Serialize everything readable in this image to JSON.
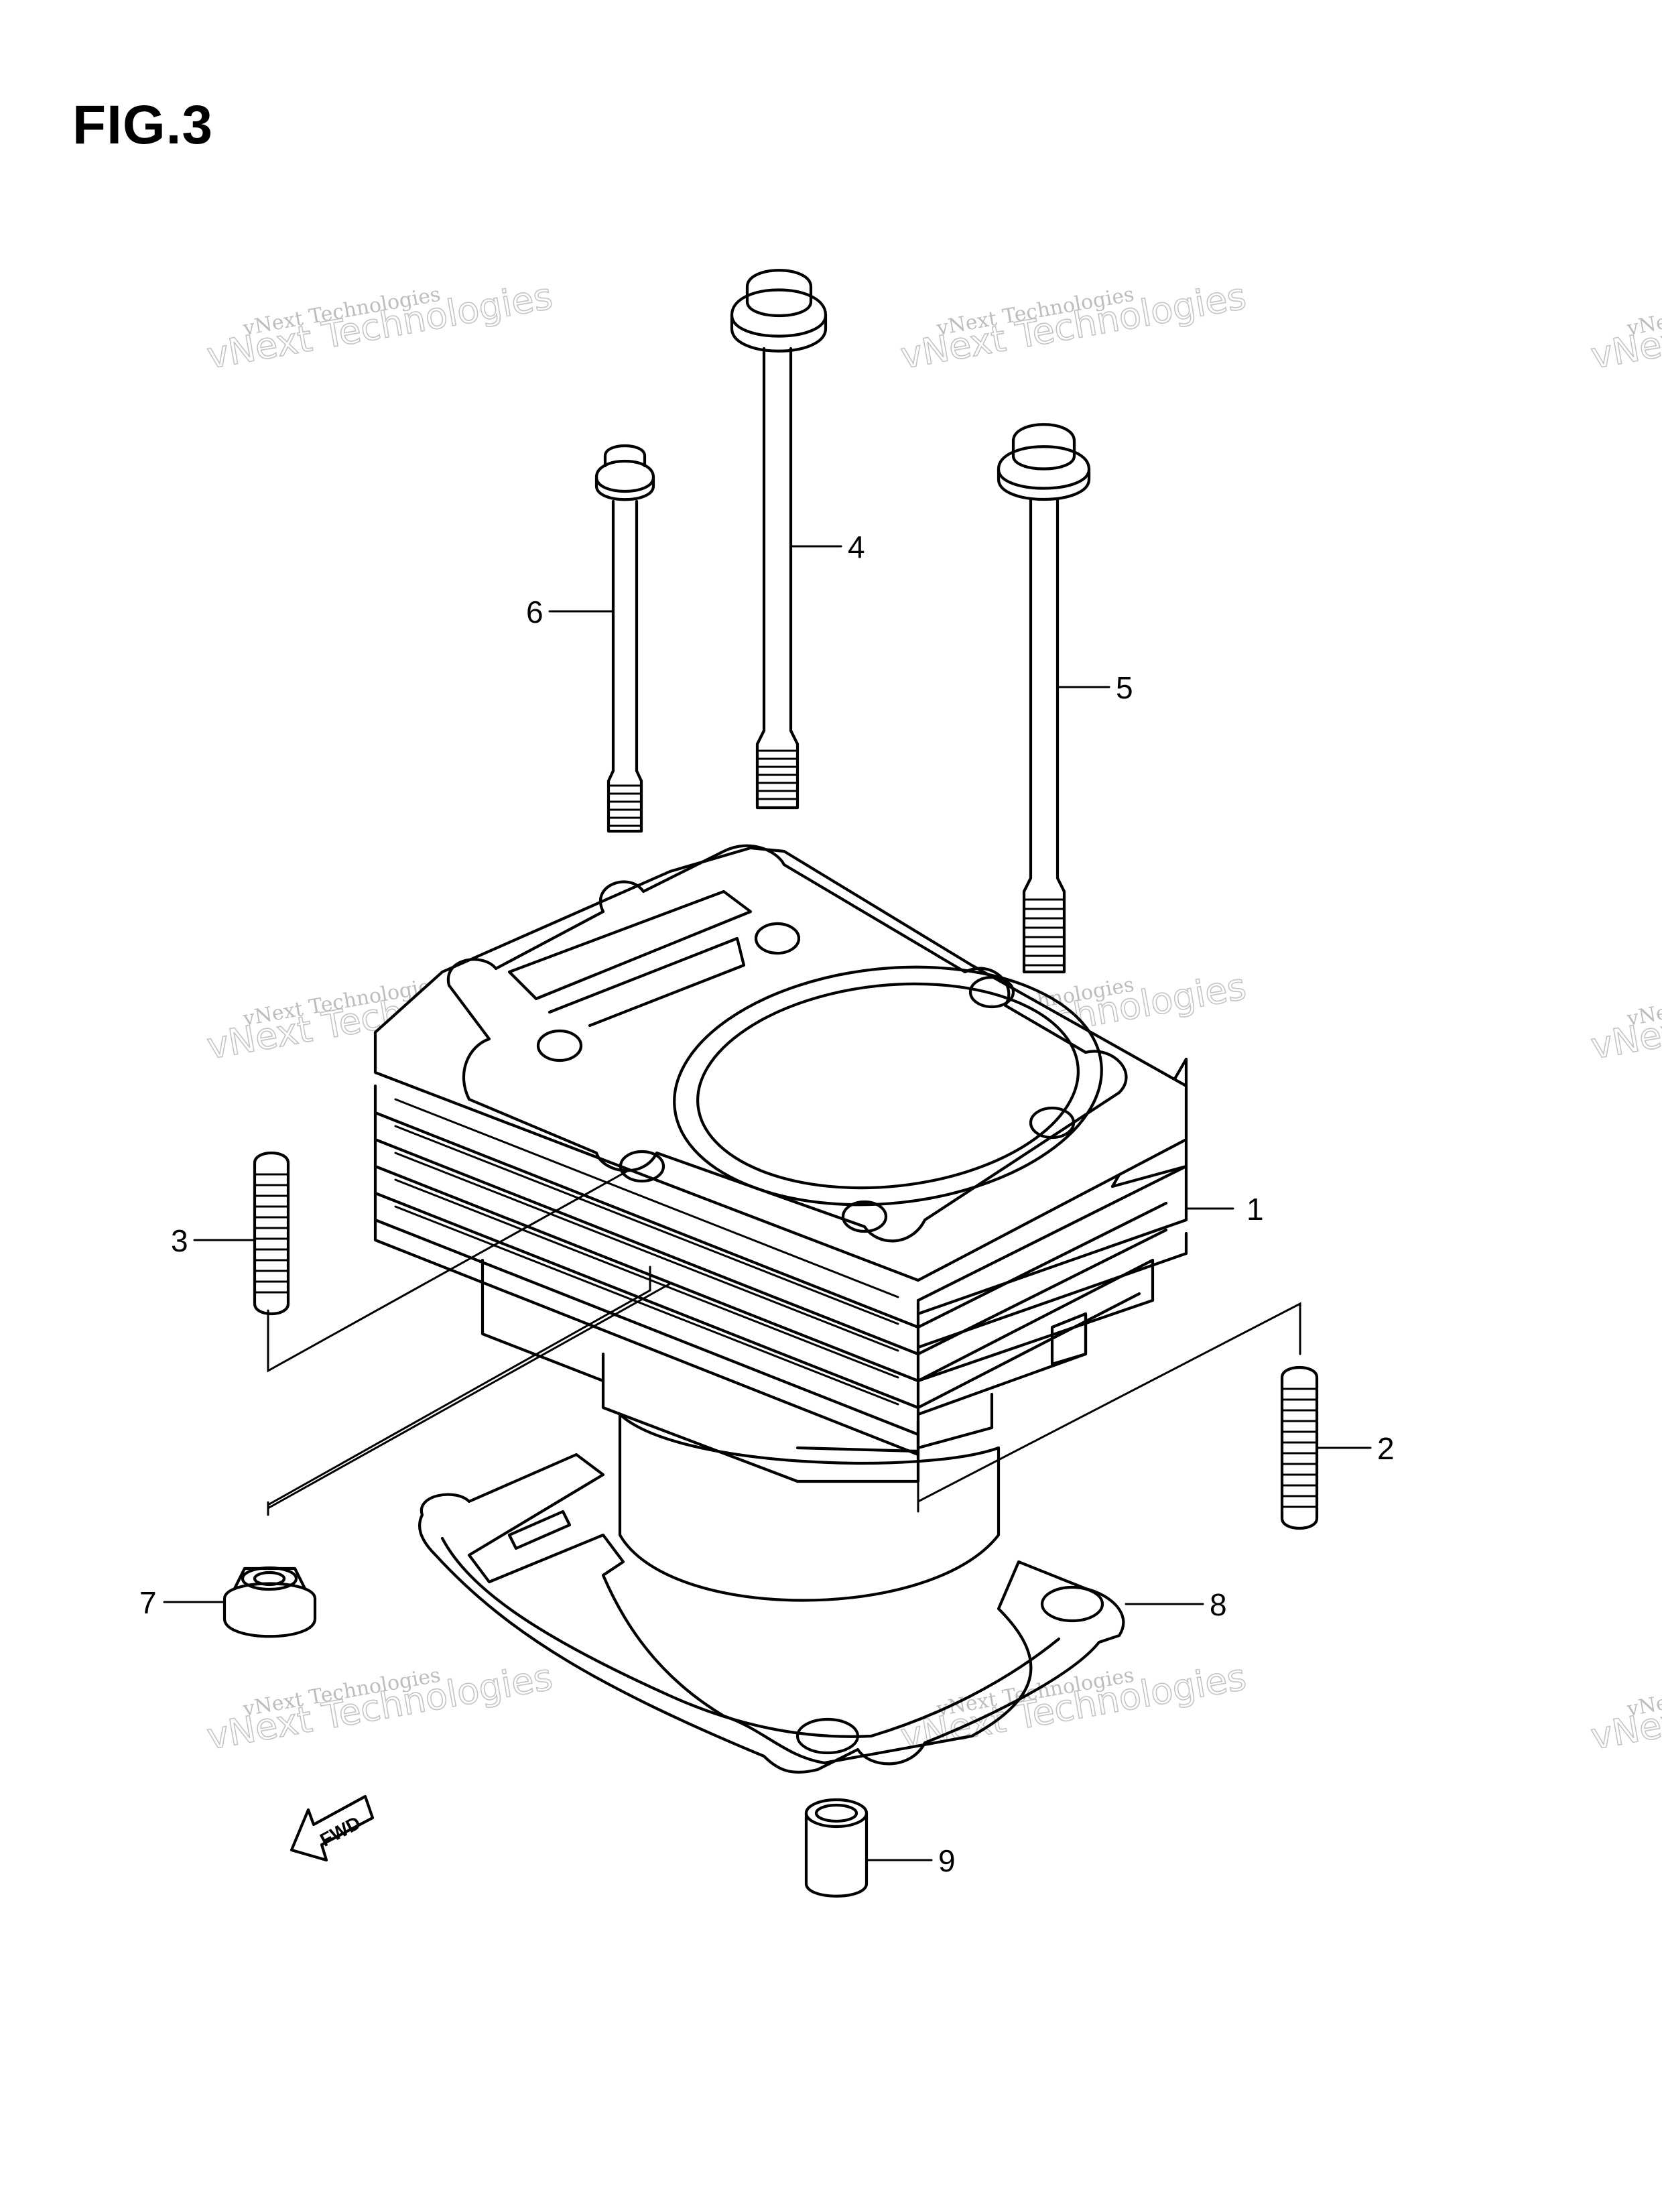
{
  "figure": {
    "title": "FIG.3"
  },
  "callouts": [
    {
      "id": "c1",
      "label": "1"
    },
    {
      "id": "c2",
      "label": "2"
    },
    {
      "id": "c3",
      "label": "3"
    },
    {
      "id": "c4",
      "label": "4"
    },
    {
      "id": "c5",
      "label": "5"
    },
    {
      "id": "c6",
      "label": "6"
    },
    {
      "id": "c7",
      "label": "7"
    },
    {
      "id": "c8",
      "label": "8"
    },
    {
      "id": "c9",
      "label": "9"
    }
  ],
  "direction_marker": {
    "label": "FWD"
  },
  "watermark": {
    "line1": "vNext Technologies",
    "line2": "vNext Technologies"
  }
}
